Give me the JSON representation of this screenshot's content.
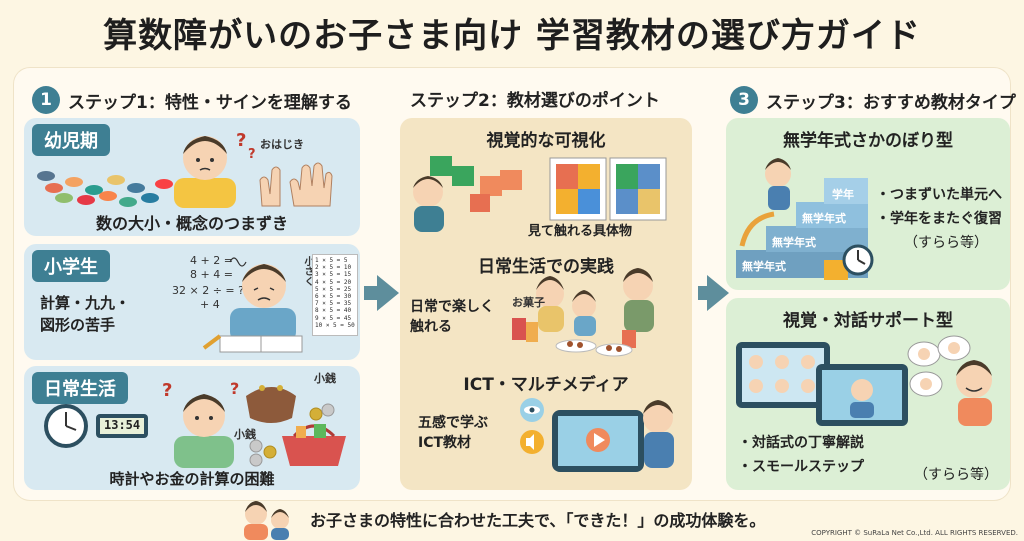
{
  "title": "算数障がいのお子さま向け 学習教材の選び方ガイド",
  "step1": {
    "num": "1",
    "heading": "ステップ1：特性・サインを理解する",
    "cards": [
      {
        "tag": "幼児期",
        "note": "おはじき",
        "caption": "数の大小・概念のつまずき"
      },
      {
        "tag": "小学生",
        "caption1": "計算・九九・",
        "caption2": "図形の苦手",
        "math": [
          "4 + 2 =",
          "8 + 4 =",
          "32 × 2 ÷ = ?",
          "+ 4"
        ],
        "side": "小さく",
        "table": [
          "1 × 5 = 5",
          "2 × 5 = 10",
          "3 × 5 = 15",
          "4 × 5 = 20",
          "5 × 5 = 25",
          "6 × 5 = 30",
          "7 × 5 = 35",
          "8 × 5 = 40",
          "9 × 5 = 45",
          "10 × 5 = 50"
        ]
      },
      {
        "tag": "日常生活",
        "clock": "13:54",
        "coin1": "小銭",
        "coin2": "小銭",
        "caption": "時計やお金の計算の困難"
      }
    ]
  },
  "step2": {
    "heading": "ステップ2：教材選びのポイント",
    "sections": [
      {
        "title": "視覚的な可視化",
        "caption": "見て触れる具体物"
      },
      {
        "title": "日常生活での実践",
        "caption1": "日常で楽しく",
        "caption2": "触れる",
        "snack": "お菓子"
      },
      {
        "title": "ICT・マルチメディア",
        "caption1": "五感で学ぶ",
        "caption2": "ICT教材"
      }
    ]
  },
  "step3": {
    "num": "3",
    "heading": "ステップ3：おすすめ教材タイプ",
    "cards": [
      {
        "title": "無学年式さかのぼり型",
        "steps": [
          "無学年式",
          "無学年式",
          "無学年式",
          "学年"
        ],
        "bullets": [
          "・つまずいた単元へ",
          "・学年をまたぐ復習"
        ],
        "note": "（すらら等）"
      },
      {
        "title": "視覚・対話サポート型",
        "bullets": [
          "・対話式の丁寧解説",
          "・スモールステップ"
        ],
        "note": "（すらら等）"
      }
    ]
  },
  "footer": "お子さまの特性に合わせた工夫で、「できた！」の成功体験を。",
  "copyright": "COPYRIGHT © SuRaLa Net Co.,Ltd. ALL RIGHTS RESERVED.",
  "colors": {
    "teal": "#3e7f93",
    "blue_card": "#d8e9f1",
    "beige_card": "#f4e5c4",
    "green_card": "#dcefd5"
  }
}
